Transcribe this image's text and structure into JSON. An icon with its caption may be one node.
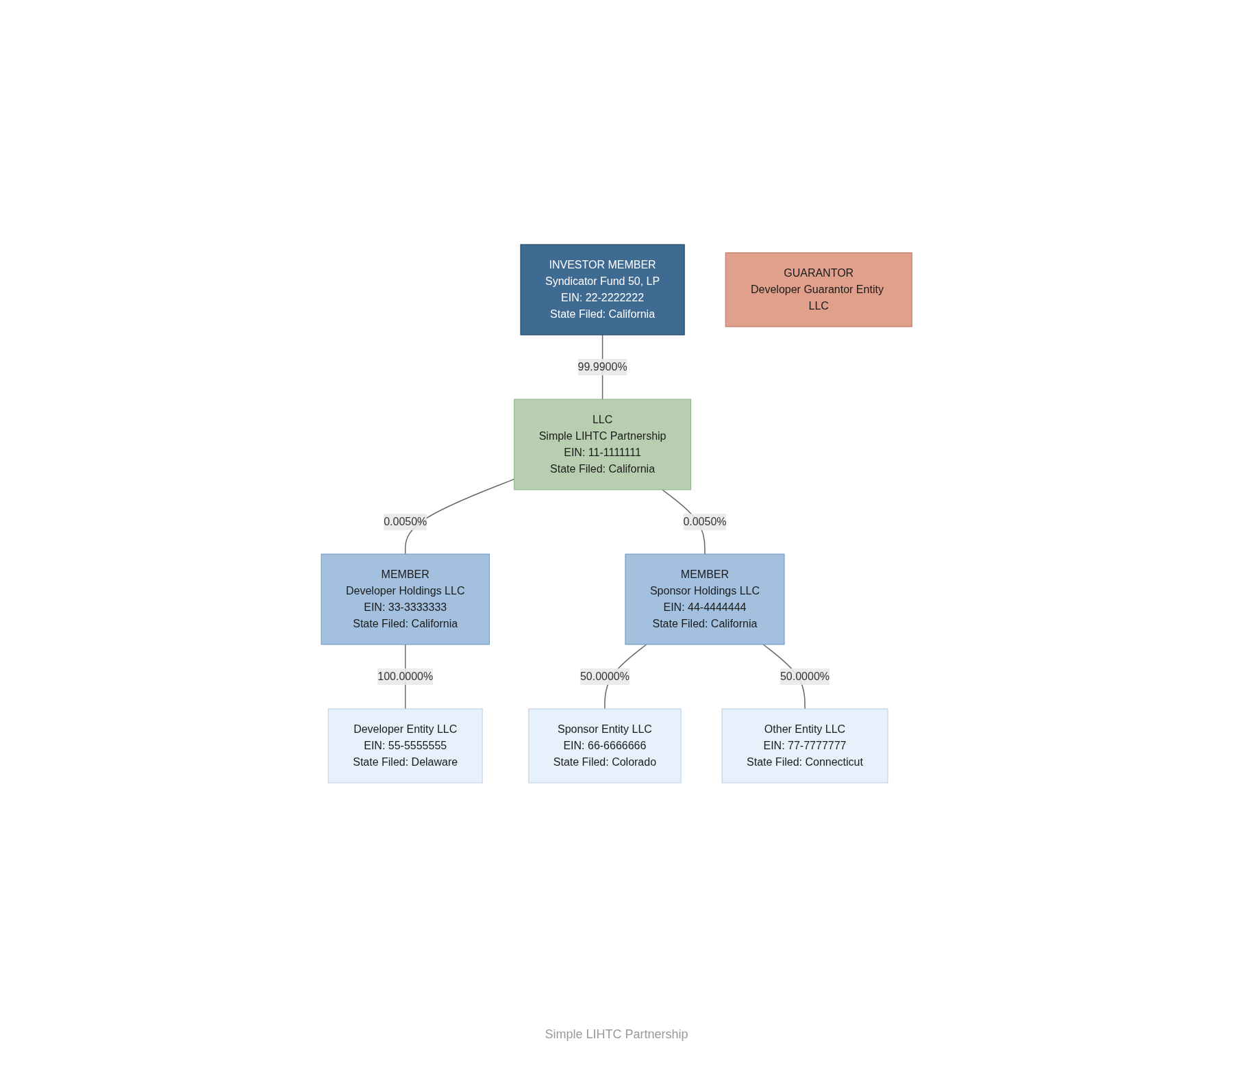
{
  "diagram": {
    "caption": "Simple LIHTC Partnership",
    "nodes": [
      {
        "text": [
          "INVESTOR MEMBER",
          "Syndicator Fund 50, LP",
          "EIN: 22-2222222",
          "State Filed: California"
        ]
      },
      {
        "text": [
          "LLC",
          "Simple LIHTC Partnership",
          "EIN: 11-1111111",
          "State Filed: California"
        ]
      },
      {
        "text": [
          "MEMBER",
          "Developer Holdings LLC",
          "EIN: 33-3333333",
          "State Filed: California"
        ]
      },
      {
        "text": [
          "MEMBER",
          "Sponsor Holdings LLC",
          "EIN: 44-4444444",
          "State Filed: California"
        ]
      },
      {
        "text": [
          "Developer Entity LLC",
          "EIN: 55-5555555",
          "State Filed: Delaware"
        ]
      },
      {
        "text": [
          "Sponsor Entity LLC",
          "EIN: 66-6666666",
          "State Filed: Colorado"
        ]
      },
      {
        "text": [
          "Other Entity LLC",
          "EIN: 77-7777777",
          "State Filed: Connecticut"
        ]
      },
      {
        "text": [
          "GUARANTOR",
          "Developer Guarantor Entity LLC"
        ]
      }
    ],
    "edges": [
      {
        "from": 0,
        "to": 1,
        "arrow": "none",
        "label": "99.9900%"
      },
      {
        "from": 1,
        "to": 2,
        "arrow": "none",
        "label": "0.0050%"
      },
      {
        "from": 1,
        "to": 3,
        "arrow": "none",
        "label": "0.0050%"
      },
      {
        "from": 2,
        "to": 4,
        "arrow": "none",
        "label": "100.0000%"
      },
      {
        "from": 3,
        "to": 5,
        "arrow": "none",
        "label": "50.0000%"
      },
      {
        "from": 3,
        "to": 6,
        "arrow": "none",
        "label": "50.0000%"
      }
    ]
  }
}
